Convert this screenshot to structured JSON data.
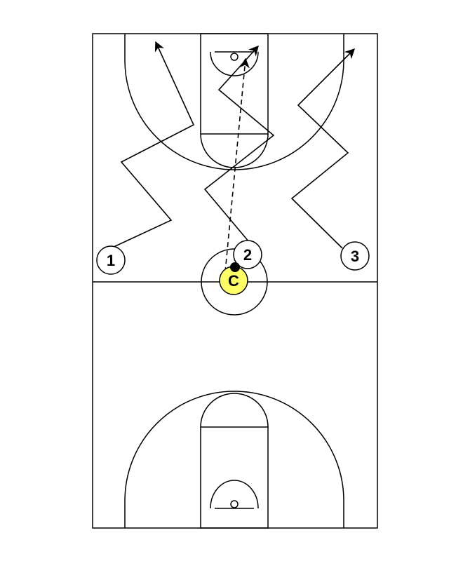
{
  "players": [
    {
      "id": "p1",
      "label": "1"
    },
    {
      "id": "p2",
      "label": "2"
    },
    {
      "id": "p3",
      "label": "3"
    }
  ],
  "coach": {
    "label": "C",
    "color": "#ffff66"
  },
  "colors": {
    "lines": "#000000",
    "background": "#ffffff",
    "coach_fill": "#ffff66"
  },
  "movement_style": {
    "player_cuts": "solid",
    "pass": "dashed"
  }
}
